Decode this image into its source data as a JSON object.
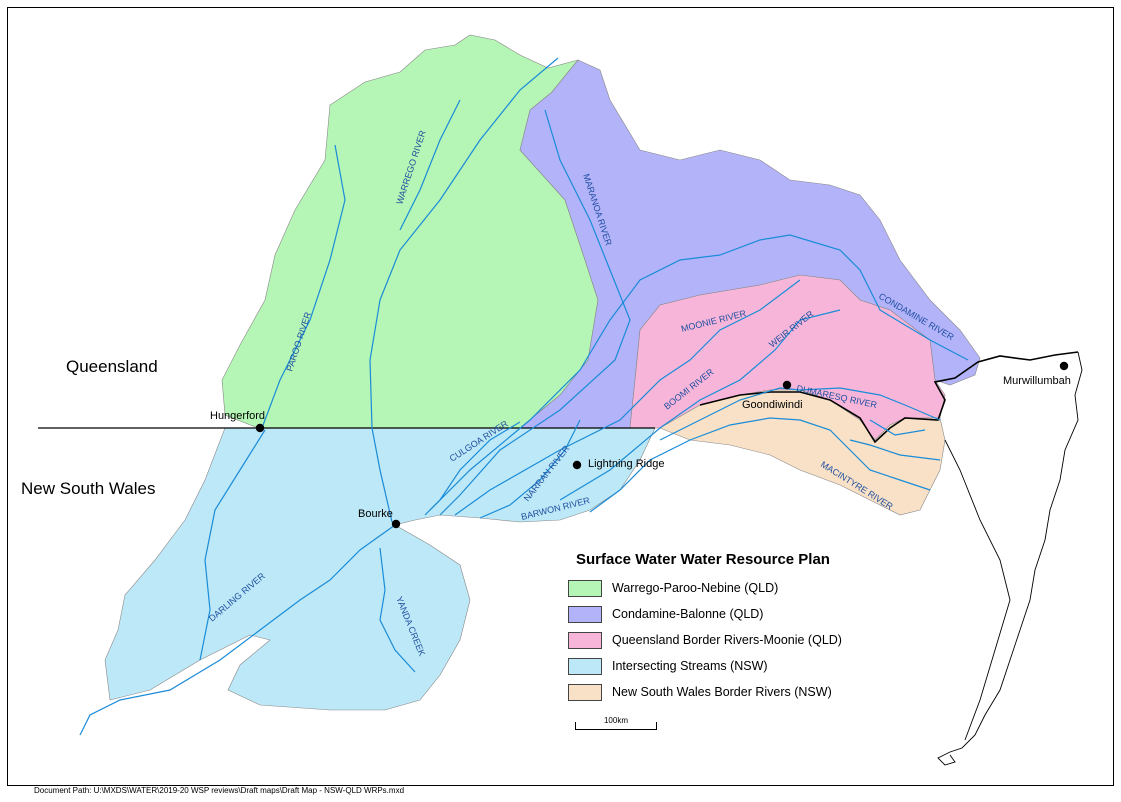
{
  "states": {
    "queensland": "Queensland",
    "nsw": "New South Wales"
  },
  "towns": [
    {
      "name": "Hungerford"
    },
    {
      "name": "Bourke"
    },
    {
      "name": "Lightning Ridge"
    },
    {
      "name": "Goondiwindi"
    },
    {
      "name": "Murwillumbah"
    }
  ],
  "rivers": [
    "WARREGO RIVER",
    "PAROO RIVER",
    "MARANOA RIVER",
    "CONDAMINE RIVER",
    "MOONIE RIVER",
    "WEIR RIVER",
    "DUMARESQ RIVER",
    "BOOMI RIVER",
    "CULGOA RIVER",
    "NARRAN RIVER",
    "BARWON RIVER",
    "MACINTYRE RIVER",
    "DARLING RIVER",
    "YANDA CREEK"
  ],
  "legend": {
    "title": "Surface Water Water Resource Plan",
    "items": [
      {
        "label": "Warrego-Paroo-Nebine (QLD)",
        "color": "#b5f5b5"
      },
      {
        "label": "Condamine-Balonne (QLD)",
        "color": "#b3b3fa"
      },
      {
        "label": "Queensland Border Rivers-Moonie (QLD)",
        "color": "#f7b6d9"
      },
      {
        "label": "Intersecting Streams (NSW)",
        "color": "#bde8f7"
      },
      {
        "label": "New South Wales Border Rivers (NSW)",
        "color": "#f8e1c6"
      }
    ]
  },
  "scale_bar": {
    "label": "100km"
  },
  "document_path": "Document Path: U:\\MXDS\\WATER\\2019-20 WSP reviews\\Draft maps\\Draft Map - NSW-QLD WRPs.mxd",
  "colors": {
    "river": "#1a8cd8",
    "river_label": "#1f4fa0",
    "border": "#000000"
  }
}
